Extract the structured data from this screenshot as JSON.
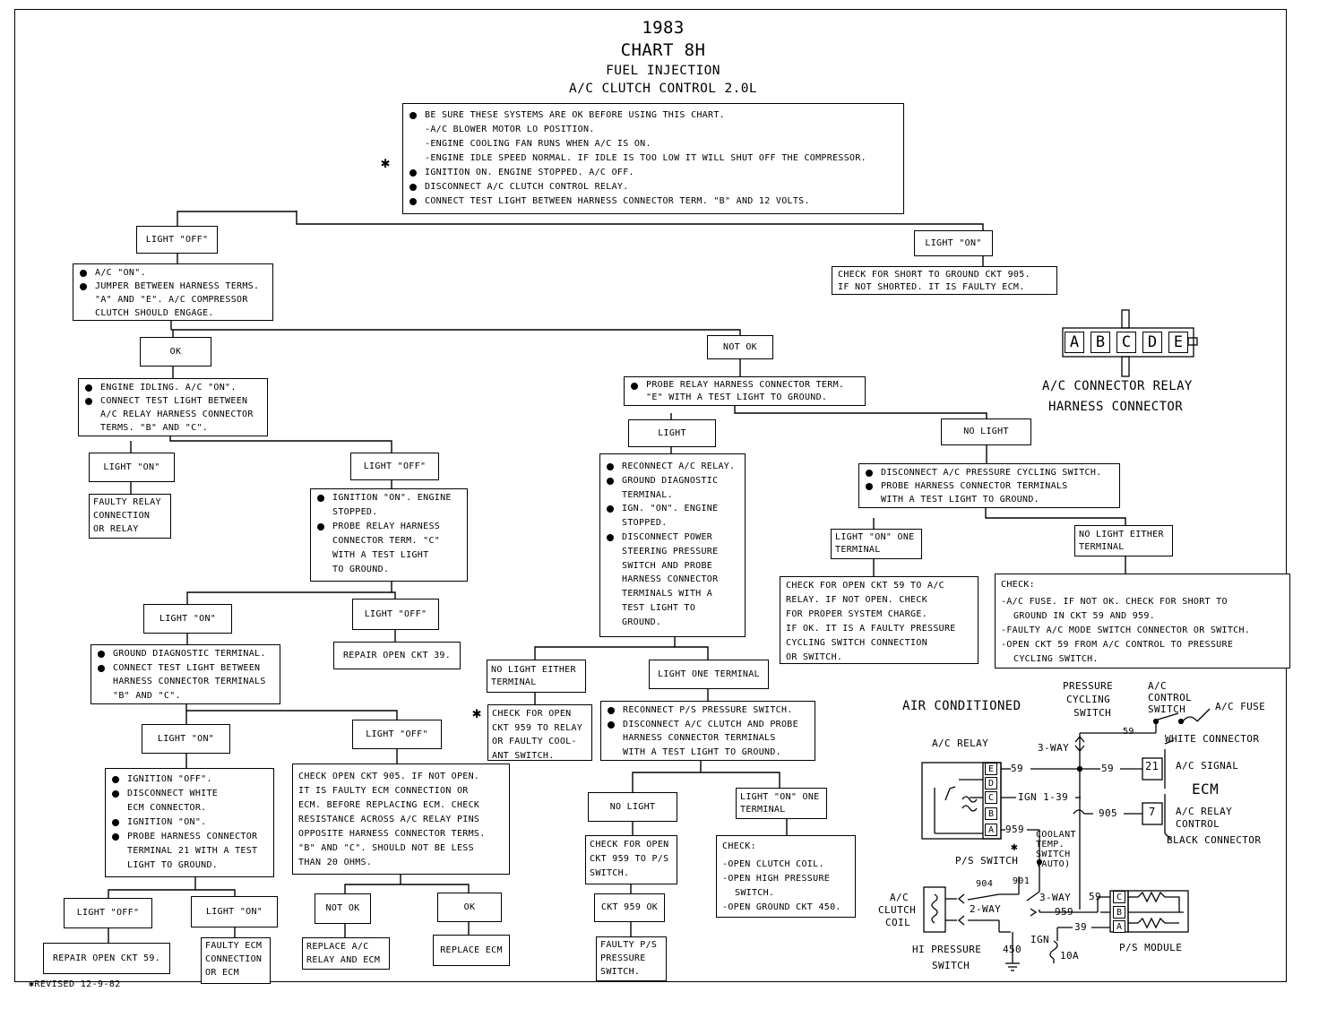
{
  "header": {
    "year": "1983",
    "chart": "CHART 8H",
    "system": "FUEL INJECTION",
    "name": "A/C CLUTCH CONTROL 2.0L"
  },
  "star_glyph": "✱",
  "intro": {
    "lines": [
      "BE SURE THESE SYSTEMS ARE OK BEFORE USING THIS CHART.",
      "-A/C BLOWER MOTOR LO POSITION.",
      "-ENGINE COOLING FAN RUNS WHEN A/C IS ON.",
      "-ENGINE IDLE SPEED NORMAL. IF IDLE IS TOO LOW IT WILL SHUT OFF THE COMPRESSOR.",
      "IGNITION ON. ENGINE STOPPED. A/C OFF.",
      "DISCONNECT A/C CLUTCH CONTROL RELAY.",
      "CONNECT TEST LIGHT BETWEEN HARNESS CONNECTOR TERM. \"B\" AND 12 VOLTS."
    ]
  },
  "labels": {
    "light_off": "LIGHT \"OFF\"",
    "light_on": "LIGHT \"ON\"",
    "ok": "OK",
    "not_ok": "NOT OK",
    "light": "LIGHT",
    "no_light": "NO LIGHT",
    "light_on_one_terminal": "LIGHT \"ON\" ONE TERMINAL",
    "no_light_either_terminal": "NO LIGHT EITHER TERMINAL",
    "light_one_terminal": "LIGHT ONE TERMINAL",
    "ckt_959_ok": "CKT 959 OK",
    "replace_ecm": "REPLACE ECM",
    "repair_open_ckt_39": "REPAIR OPEN CKT 39.",
    "repair_open_ckt_59": "REPAIR OPEN CKT 59."
  },
  "boxes": {
    "ac_on": [
      "A/C \"ON\".",
      "JUMPER BETWEEN HARNESS TERMS.",
      "\"A\" AND \"E\". A/C COMPRESSOR",
      "CLUTCH SHOULD ENGAGE."
    ],
    "check_short_905": [
      "CHECK FOR SHORT TO GROUND CKT 905.",
      "IF NOT SHORTED. IT IS FAULTY ECM."
    ],
    "engine_idling": [
      "ENGINE IDLING. A/C \"ON\".",
      "CONNECT TEST LIGHT BETWEEN",
      "A/C RELAY HARNESS CONNECTOR",
      "TERMS. \"B\" AND \"C\"."
    ],
    "probe_relay_e": [
      "PROBE RELAY HARNESS CONNECTOR TERM.",
      "\"E\" WITH A TEST LIGHT TO GROUND."
    ],
    "faulty_relay": [
      "FAULTY RELAY",
      "CONNECTION",
      "OR RELAY"
    ],
    "ign_on_probe_c": [
      "IGNITION \"ON\". ENGINE",
      "STOPPED.",
      "PROBE RELAY HARNESS",
      "CONNECTOR TERM. \"C\"",
      "WITH A TEST LIGHT",
      "TO GROUND."
    ],
    "reconnect_relay": [
      "RECONNECT A/C RELAY.",
      "GROUND DIAGNOSTIC",
      "TERMINAL.",
      "IGN. \"ON\". ENGINE",
      "STOPPED.",
      "DISCONNECT POWER",
      "STEERING PRESSURE",
      "SWITCH AND PROBE",
      "HARNESS CONNECTOR",
      "TERMINALS WITH A",
      "TEST LIGHT TO",
      "GROUND."
    ],
    "disconnect_pcs": [
      "DISCONNECT A/C PRESSURE CYCLING SWITCH.",
      "PROBE HARNESS CONNECTOR TERMINALS",
      "WITH A TEST LIGHT TO GROUND."
    ],
    "check_open_59": [
      "CHECK FOR OPEN CKT 59 TO A/C",
      "RELAY. IF NOT OPEN. CHECK",
      "FOR PROPER SYSTEM CHARGE.",
      "IF OK. IT IS A FAULTY PRESSURE",
      "CYCLING SWITCH CONNECTION",
      "OR SWITCH."
    ],
    "check_fuse": [
      "CHECK:",
      "-A/C FUSE. IF NOT OK. CHECK FOR SHORT TO",
      "GROUND IN CKT 59 AND 959.",
      "-FAULTY A/C MODE SWITCH CONNECTOR OR SWITCH.",
      "-OPEN CKT 59 FROM A/C CONTROL TO PRESSURE",
      "CYCLING SWITCH."
    ],
    "ground_diag": [
      "GROUND DIAGNOSTIC TERMINAL.",
      "CONNECT TEST LIGHT BETWEEN",
      "HARNESS CONNECTOR TERMINALS",
      "\"B\" AND \"C\"."
    ],
    "check_open_959_relay": [
      "CHECK FOR OPEN",
      "CKT 959 TO RELAY",
      "OR FAULTY COOL-",
      "ANT SWITCH."
    ],
    "reconnect_ps": [
      "RECONNECT P/S PRESSURE SWITCH.",
      "DISCONNECT A/C CLUTCH AND PROBE",
      "HARNESS CONNECTOR TERMINALS",
      "WITH A TEST LIGHT TO GROUND."
    ],
    "ign_off_disconnect": [
      "IGNITION \"OFF\".",
      "DISCONNECT WHITE",
      "ECM CONNECTOR.",
      "IGNITION \"ON\".",
      "PROBE HARNESS CONNECTOR",
      "TERMINAL 21 WITH A TEST",
      "LIGHT TO GROUND."
    ],
    "check_open_905": [
      "CHECK OPEN CKT 905. IF NOT OPEN.",
      "IT IS FAULTY ECM CONNECTION OR",
      "ECM. BEFORE REPLACING ECM. CHECK",
      "RESISTANCE ACROSS A/C RELAY PINS",
      "OPPOSITE HARNESS CONNECTOR TERMS.",
      "\"B\" AND \"C\". SHOULD NOT BE LESS",
      "THAN 20 OHMS."
    ],
    "check_open_959_ps": [
      "CHECK FOR OPEN",
      "CKT 959 TO P/S",
      "SWITCH."
    ],
    "check_clutch": [
      "CHECK:",
      "-OPEN CLUTCH COIL.",
      "-OPEN HIGH PRESSURE",
      "SWITCH.",
      "-OPEN GROUND CKT 450."
    ],
    "replace_relay": [
      "REPLACE A/C",
      "RELAY AND ECM"
    ],
    "faulty_ecm": [
      "FAULTY ECM",
      "CONNECTION",
      "OR ECM"
    ],
    "faulty_ps": [
      "FAULTY P/S",
      "PRESSURE",
      "SWITCH."
    ]
  },
  "connector": {
    "pins": [
      "A",
      "B",
      "C",
      "D",
      "E"
    ],
    "caption_1": "A/C CONNECTOR RELAY",
    "caption_2": "HARNESS CONNECTOR"
  },
  "schematic": {
    "title": "AIR CONDITIONED",
    "pcs_1": "PRESSURE",
    "pcs_2": "CYCLING",
    "pcs_3": "SWITCH",
    "ctrl_1": "A/C",
    "ctrl_2": "CONTROL",
    "ctrl_3": "SWITCH",
    "ac_fuse": "A/C FUSE",
    "ac_relay": "A/C RELAY",
    "three_way": "3-WAY",
    "two_way": "2-WAY",
    "white_conn": "WHITE CONNECTOR",
    "black_conn": "BLACK CONNECTOR",
    "ac_signal": "A/C SIGNAL",
    "ecm": "ECM",
    "relay_ctrl_1": "A/C RELAY",
    "relay_ctrl_2": "CONTROL",
    "ecm_pin_21": "21",
    "ecm_pin_7": "7",
    "relay_pins": [
      "E",
      "D",
      "C",
      "B",
      "A"
    ],
    "ps_pins": [
      "C",
      "B",
      "A"
    ],
    "w59a": "59",
    "w59b": "59",
    "w59c": "59",
    "w59d": "59",
    "ign139": "IGN 1-39",
    "w905": "905",
    "w959a": "959",
    "w959b": "959",
    "w904": "904",
    "w901": "901",
    "w39": "39",
    "w450": "450",
    "ign": "IGN",
    "fuse10a": "10A",
    "ps_switch": "P/S SWITCH",
    "coolant_1": "COOLANT",
    "coolant_2": "TEMP.",
    "coolant_3": "SWITCH",
    "coolant_4": "(AUTO)",
    "clutch_1": "A/C",
    "clutch_2": "CLUTCH",
    "clutch_3": "COIL",
    "hi_ps_1": "HI PRESSURE",
    "hi_ps_2": "SWITCH",
    "ps_module": "P/S MODULE"
  },
  "footer": {
    "revised": "✱REVISED 12-9-82"
  }
}
